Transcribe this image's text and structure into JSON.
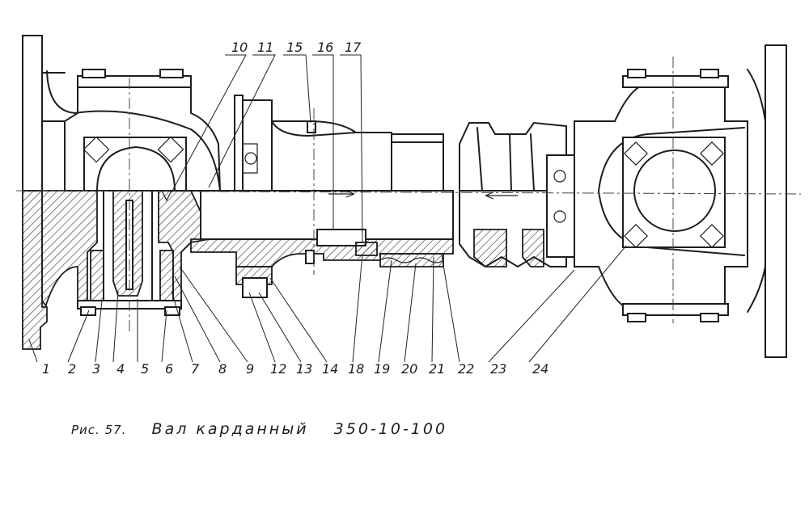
{
  "caption": {
    "figure": "Рис. 57.",
    "title": "Вал карданный",
    "code": "350-10-100"
  },
  "callouts": {
    "bottom": [
      "1",
      "2",
      "3",
      "4",
      "5",
      "6",
      "7",
      "8",
      "9",
      "12",
      "13",
      "14",
      "18",
      "19",
      "20",
      "21",
      "22",
      "23",
      "24"
    ],
    "top": [
      "10",
      "11",
      "15",
      "16",
      "17"
    ]
  }
}
